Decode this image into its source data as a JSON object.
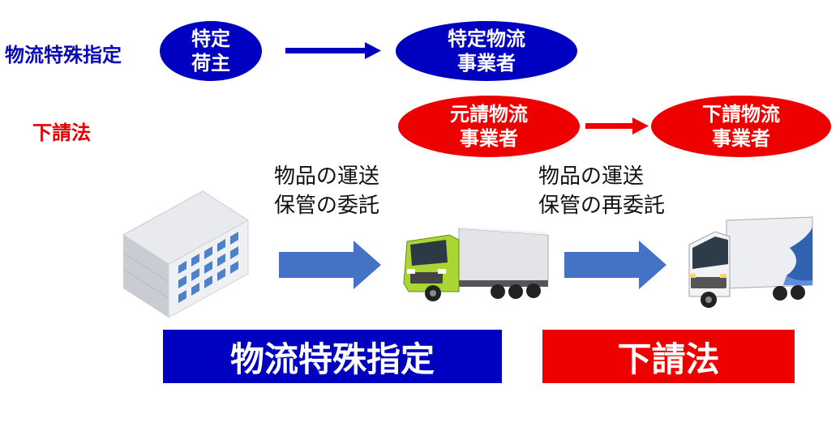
{
  "labels": {
    "row1": "物流特殊指定",
    "row2": "下請法"
  },
  "nodes": {
    "specified_shipper": [
      "特定",
      "荷主"
    ],
    "specified_logistics": [
      "特定物流",
      "事業者"
    ],
    "prime_logistics": [
      "元請物流",
      "事業者"
    ],
    "sub_logistics": [
      "下請物流",
      "事業者"
    ]
  },
  "descriptions": {
    "first": [
      "物品の運送",
      "保管の委託"
    ],
    "second": [
      "物品の運送",
      "保管の再委託"
    ]
  },
  "banners": {
    "left": "物流特殊指定",
    "right": "下請法"
  },
  "colors": {
    "blue": "#0000c0",
    "red": "#ee0000",
    "arrow_blue": "#4472c4"
  }
}
